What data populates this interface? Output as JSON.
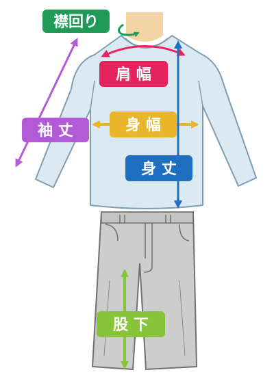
{
  "labels": {
    "collar": {
      "text": "襟回り",
      "color": "#1f9a57"
    },
    "shoulder": {
      "text": "肩 幅",
      "color": "#e5245f"
    },
    "sleeve": {
      "text": "袖 丈",
      "color": "#b35bd6"
    },
    "body_width": {
      "text": "身 幅",
      "color": "#e9b52a"
    },
    "body_length": {
      "text": "身 丈",
      "color": "#1e6fbf"
    },
    "inseam": {
      "text": "股 下",
      "color": "#88c43a"
    }
  },
  "colors": {
    "shirt_fill": "#dbe9f3",
    "shirt_outline": "#7d9db3",
    "skin": "#f2d4a4",
    "pants_fill": "#cdcdcd",
    "pants_outline": "#707070"
  }
}
